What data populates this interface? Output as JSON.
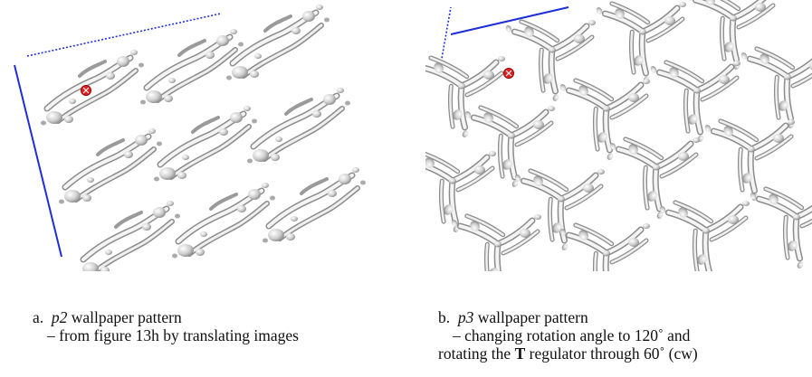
{
  "figure": {
    "panel_a": {
      "letter": "a.",
      "group": "p2",
      "title_rest": " wallpaper pattern",
      "desc_line1": "– from figure 13h by translating images"
    },
    "panel_b": {
      "letter": "b.",
      "group": "p3",
      "title_rest": " wallpaper pattern",
      "desc_line1": "– changing rotation angle to 120˚ and",
      "desc_line2_pre": "rotating the ",
      "desc_line2_bold": "T",
      "desc_line2_post": " regulator through 60˚ (cw)"
    }
  },
  "colors": {
    "axis": "#1f2fd6",
    "marker": "#e02020",
    "motif": "#9a9a9a"
  }
}
